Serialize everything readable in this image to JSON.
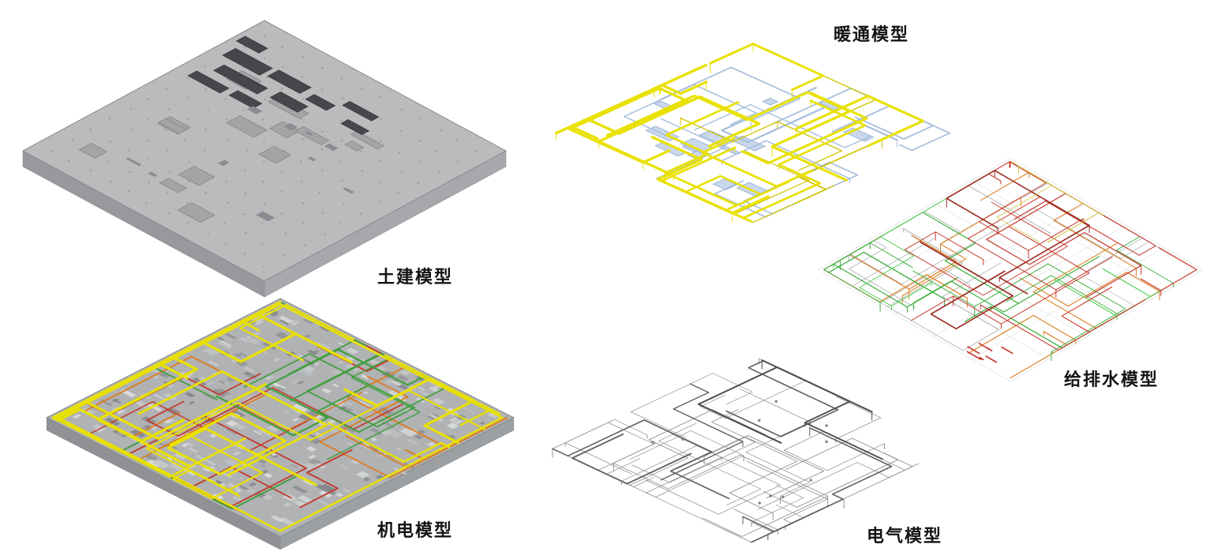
{
  "page": {
    "background": "#ffffff"
  },
  "models": {
    "civil": {
      "label": "土建模型"
    },
    "mep": {
      "label": "机电模型"
    },
    "hvac": {
      "label": "暖通模型"
    },
    "plumbing": {
      "label": "给排水模型"
    },
    "electrical": {
      "label": "电气模型"
    }
  },
  "palettes": {
    "civil": {
      "top": "#b9bbbd",
      "outline": "#898b8e",
      "side_left": "#97999c",
      "side_right": "#a6a8ab",
      "roof_dark": "#45474a",
      "equipment": "#a2a4a6",
      "equipment_stroke": "#7e8083",
      "dots": "#8e9092",
      "marks": "#8a8c8f"
    },
    "mep": {
      "top": "#b0b2b4",
      "outline": "#87898c",
      "side_left": "#8f9194",
      "side_right": "#9da0a2",
      "tex_dark": "#85878a",
      "tex_mid": "#c5c7c9",
      "tex_light": "#d9dbdc",
      "yellow": "#e8e000",
      "green": "#3f9f3c",
      "red": "#c23a2c",
      "orange": "#dd7d20"
    },
    "hvac": {
      "yellow": "#e9e104",
      "yellow_dark": "#cfc400",
      "blue_fill": "#c9d8ec",
      "blue_stroke": "#8fabce",
      "blue_line": "#a6bedd"
    },
    "plumbing": {
      "grid": "#d0d2d4",
      "gray": "#b4b6b8",
      "red": "#c6352a",
      "red_dark": "#9a2a20",
      "orange": "#dd8026",
      "green": "#3fae3f",
      "green_bright": "#5ad05a",
      "yellow": "#cfc23e"
    },
    "electrical": {
      "line": "#8f9295",
      "trunk": "#5d6165",
      "trunk_dark": "#484c50",
      "node": "#7a7d80"
    }
  }
}
